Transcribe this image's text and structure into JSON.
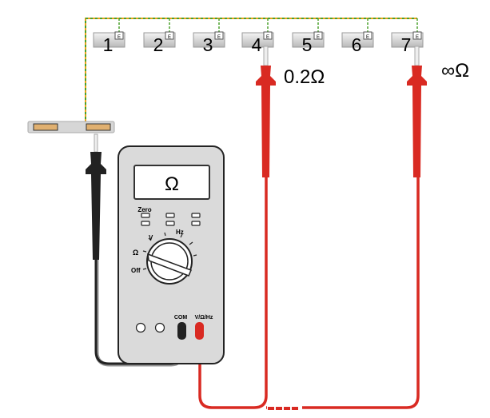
{
  "terminals": [
    "1",
    "2",
    "3",
    "4",
    "5",
    "6",
    "7"
  ],
  "terminal_tag": "E",
  "readings": {
    "probe_on_4": "0.2Ω",
    "probe_on_7": "∞Ω"
  },
  "meter": {
    "display": "Ω",
    "zero_label": "Zero",
    "dial_labels": {
      "v": "V",
      "hz": "Hz",
      "ohm": "Ω",
      "off": "Off"
    },
    "jack_com": "COM",
    "jack_v": "V/Ω/Hz"
  },
  "colors": {
    "red_lead": "#d92a22",
    "black_lead": "#222222",
    "bus": "#e8a21c",
    "bus_alt": "#4aa02c"
  }
}
